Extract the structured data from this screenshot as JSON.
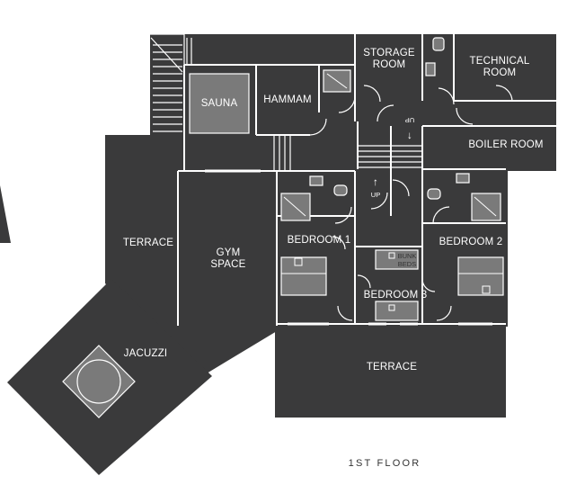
{
  "floor_label": "1ST FLOOR",
  "rooms": {
    "storage": "STORAGE ROOM",
    "storage_l1": "STORAGE",
    "storage_l2": "ROOM",
    "technical_l1": "TECHNICAL",
    "technical_l2": "ROOM",
    "sauna": "SAUNA",
    "hammam": "HAMMAM",
    "boiler": "BOILER ROOM",
    "terrace_left": "TERRACE",
    "gym_l1": "GYM",
    "gym_l2": "SPACE",
    "bedroom1": "BEDROOM 1",
    "bedroom2": "BEDROOM 2",
    "bedroom3": "BEDROOM 3",
    "bunk_l1": "BUNK",
    "bunk_l2": "BEDS",
    "jacuzzi": "JACUZZI",
    "terrace_bottom": "TERRACE"
  },
  "stairs": {
    "up_label": "UP",
    "dn_label": "UP",
    "up_arrow": "↑",
    "dn_arrow": "↓"
  },
  "colors": {
    "floor_fill": "#3a3a3b",
    "room_grey": "#7a7a7a",
    "wall": "#ffffff",
    "background": "#ffffff"
  }
}
